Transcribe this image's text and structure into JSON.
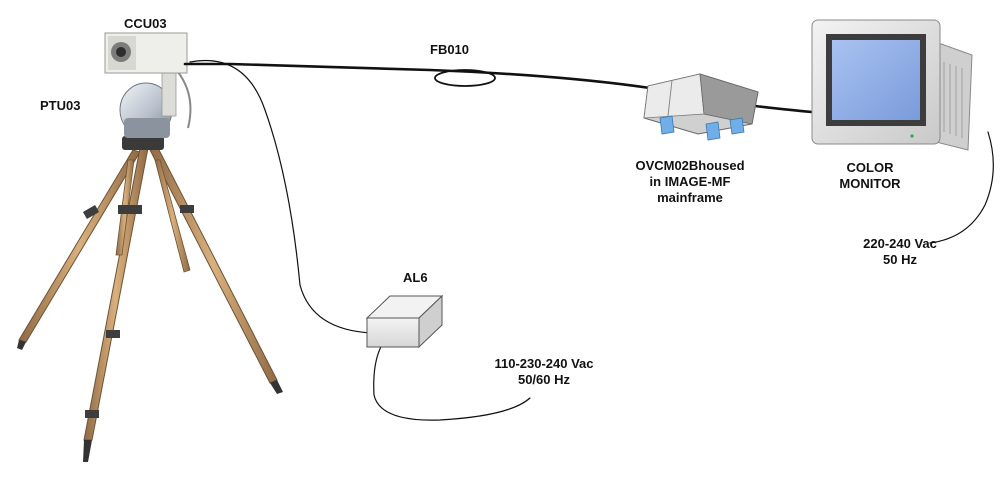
{
  "diagram": {
    "labels": {
      "camera": "CCU03",
      "pan_tilt": "PTU03",
      "fiber": "FB010",
      "converter": [
        "OVCM02Bhoused",
        "in IMAGE-MF",
        "mainframe"
      ],
      "monitor": [
        "COLOR",
        "MONITOR"
      ],
      "monitor_power": [
        "220-240 Vac",
        "50 Hz"
      ],
      "psu": "AL6",
      "psu_power": [
        "110-230-240 Vac",
        "50/60 Hz"
      ]
    },
    "colors": {
      "background": "#ffffff",
      "cable": "#111111",
      "tripod_wood": "#c89b6a",
      "tripod_metal": "#4a4a4a",
      "camera_body": "#e9e9e6",
      "monitor_body": "#e4e4e4",
      "monitor_screen": "#8eaee6",
      "psu_box": "#e6e6e6"
    }
  }
}
